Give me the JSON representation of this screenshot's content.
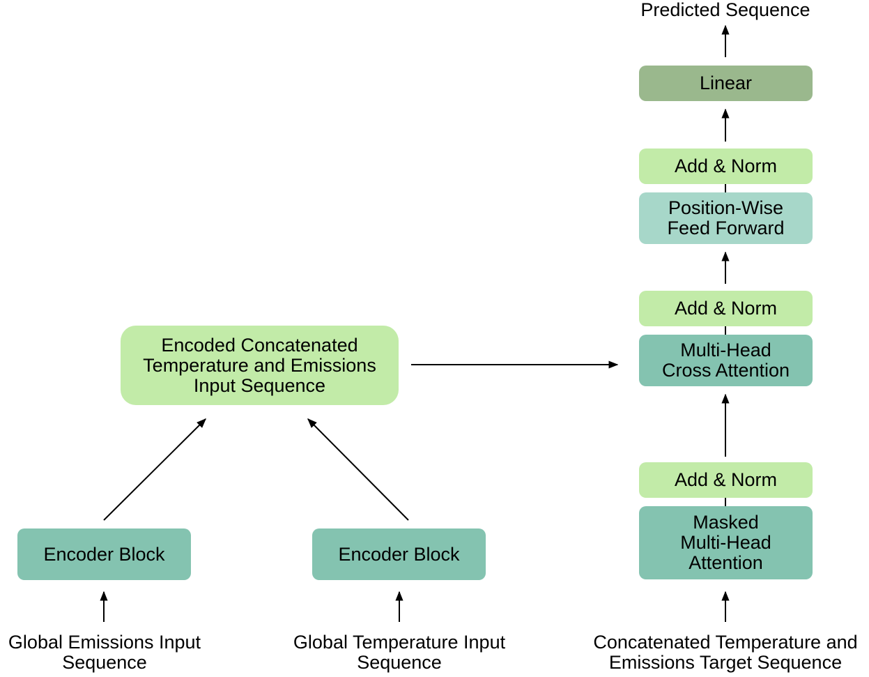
{
  "colors": {
    "add_norm": "#c2eba8",
    "encoder": "#84c3b0",
    "attention": "#84c3b0",
    "feed_forward": "#a7d7c9",
    "linear": "#9ab88d",
    "encoded_seq": "#c2eba8",
    "arrow": "#000000"
  },
  "inputs": {
    "emissions": {
      "line1": "Global Emissions Input",
      "line2": "Sequence"
    },
    "temperature": {
      "line1": "Global Temperature Input",
      "line2": "Sequence"
    },
    "target": {
      "line1": "Concatenated Temperature and",
      "line2": "Emissions Target Sequence"
    }
  },
  "encoders": {
    "left": "Encoder Block",
    "right": "Encoder Block"
  },
  "encoded": {
    "line1": "Encoded Concatenated",
    "line2": "Temperature and Emissions",
    "line3": "Input Sequence"
  },
  "decoder": {
    "masked_attention": {
      "line1": "Masked",
      "line2": "Multi-Head",
      "line3": "Attention"
    },
    "add_norm_1": "Add & Norm",
    "cross_attention": {
      "line1": "Multi-Head",
      "line2": "Cross Attention"
    },
    "add_norm_2": "Add & Norm",
    "feed_forward": {
      "line1": "Position-Wise",
      "line2": "Feed Forward"
    },
    "add_norm_3": "Add & Norm",
    "linear": "Linear"
  },
  "output": "Predicted Sequence"
}
